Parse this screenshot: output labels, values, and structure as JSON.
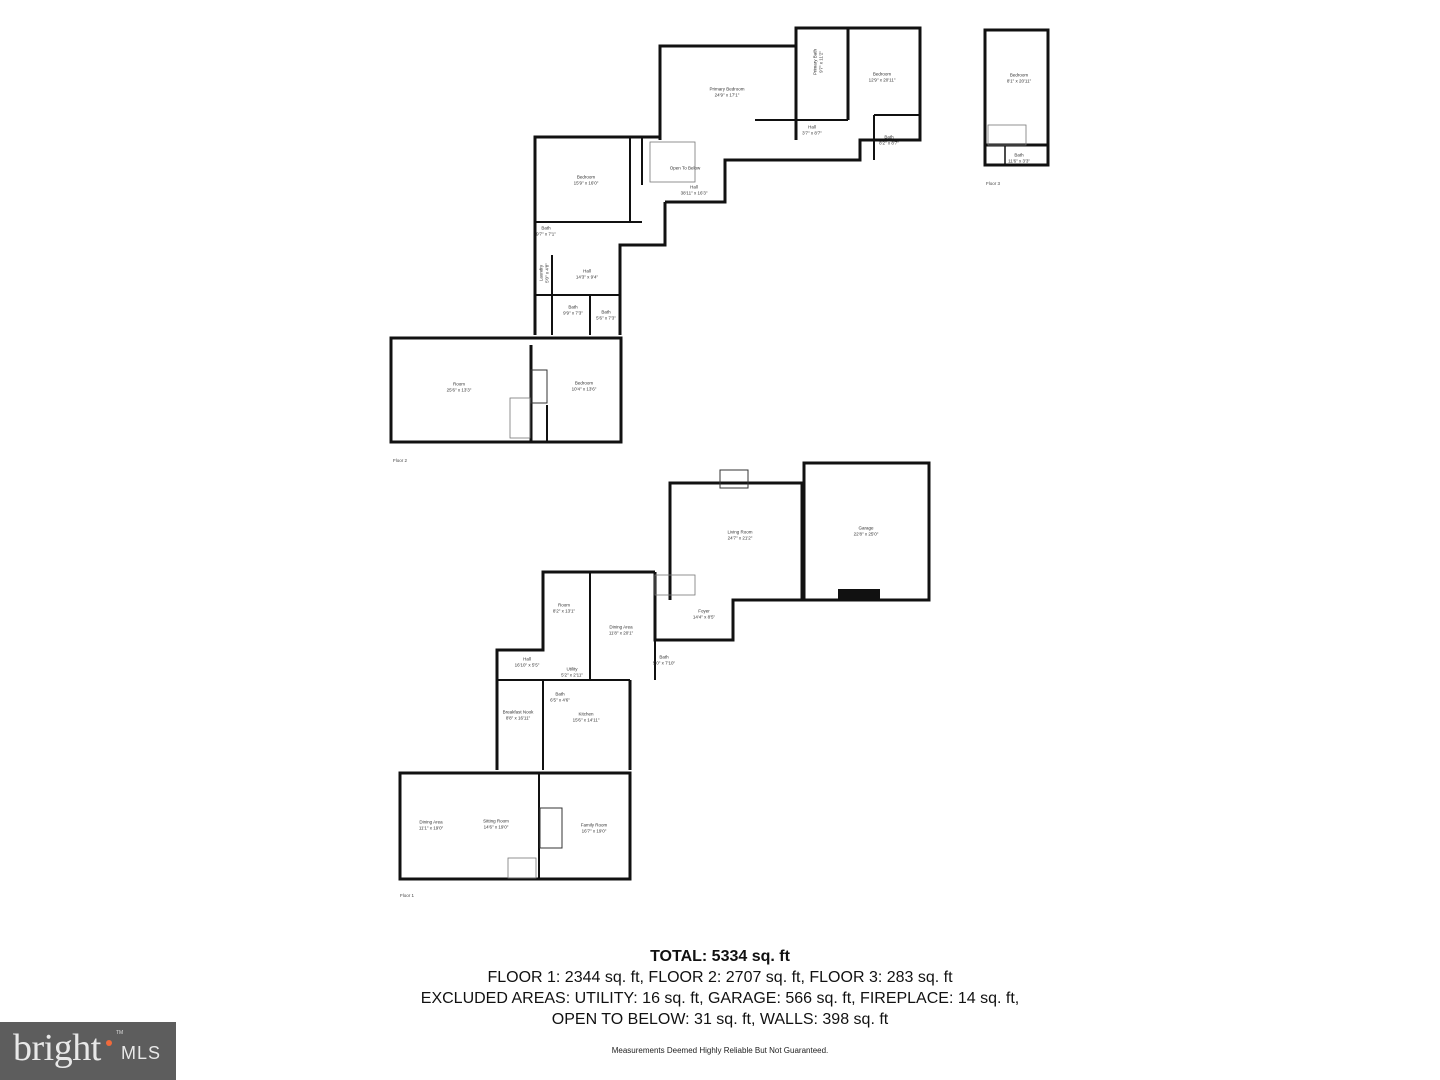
{
  "floors": {
    "floor3": {
      "label": "Floor 3",
      "rooms": [
        {
          "name": "Bedroom",
          "dims": "8'1\" x 20'11\""
        },
        {
          "name": "Bath",
          "dims": "11'6\" x 3'3\""
        }
      ]
    },
    "floor2": {
      "label": "Floor 2",
      "rooms": [
        {
          "name": "Primary Bedroom",
          "dims": "24'9\" x 17'1\""
        },
        {
          "name": "Primary Bath",
          "dims": "9'7\" x 11'2\""
        },
        {
          "name": "Bedroom",
          "dims": "12'9\" x 20'11\""
        },
        {
          "name": "Hall",
          "dims": "3'7\" x 8'7\""
        },
        {
          "name": "Bath",
          "dims": "8'2\" x 8'7\""
        },
        {
          "name": "Open To Below",
          "dims": ""
        },
        {
          "name": "Hall",
          "dims": "38'11\" x 16'3\""
        },
        {
          "name": "Bedroom",
          "dims": "15'9\" x 16'0\""
        },
        {
          "name": "Bath",
          "dims": "9'7\" x 7'1\""
        },
        {
          "name": "Laundry",
          "dims": "5'0\" x 4'8\""
        },
        {
          "name": "Hall",
          "dims": "14'3\" x 9'4\""
        },
        {
          "name": "Bath",
          "dims": "9'9\" x 7'3\""
        },
        {
          "name": "Bath",
          "dims": "5'6\" x 7'3\""
        },
        {
          "name": "Room",
          "dims": "25'6\" x 13'3\""
        },
        {
          "name": "Bedroom",
          "dims": "10'4\" x 13'6\""
        }
      ]
    },
    "floor1": {
      "label": "Floor 1",
      "rooms": [
        {
          "name": "Living Room",
          "dims": "24'7\" x 21'2\""
        },
        {
          "name": "Garage",
          "dims": "22'8\" x 25'0\""
        },
        {
          "name": "Foyer",
          "dims": "14'4\" x 8'5\""
        },
        {
          "name": "Room",
          "dims": "8'2\" x 13'1\""
        },
        {
          "name": "Dining Area",
          "dims": "11'8\" x 20'1\""
        },
        {
          "name": "Bath",
          "dims": "5'0\" x 7'10\""
        },
        {
          "name": "Hall",
          "dims": "16'10\" x 5'5\""
        },
        {
          "name": "Utility",
          "dims": "5'2\" x 2'11\""
        },
        {
          "name": "Bath",
          "dims": "6'5\" x 4'6\""
        },
        {
          "name": "Breakfast Nook",
          "dims": "8'8\" x 16'11\""
        },
        {
          "name": "Kitchen",
          "dims": "15'6\" x 14'11\""
        },
        {
          "name": "Dining Area",
          "dims": "11'1\" x 19'0\""
        },
        {
          "name": "Sitting Room",
          "dims": "14'6\" x 19'0\""
        },
        {
          "name": "Family Room",
          "dims": "16'7\" x 19'0\""
        }
      ]
    }
  },
  "summary": {
    "total": "TOTAL: 5334 sq. ft",
    "floors_line": "FLOOR 1: 2344 sq. ft, FLOOR 2: 2707 sq. ft, FLOOR 3: 283 sq. ft",
    "excluded_line1": "EXCLUDED AREAS: UTILITY: 16 sq. ft, GARAGE: 566 sq. ft, FIREPLACE: 14 sq. ft,",
    "excluded_line2": "OPEN TO BELOW: 31 sq. ft, WALLS: 398 sq. ft",
    "disclaimer": "Measurements Deemed Highly Reliable But Not Guaranteed."
  },
  "logo": {
    "brand": "bright",
    "suffix": "MLS",
    "tm": "TM",
    "accent_color": "#f06a3c",
    "bg_color": "#5d5d5d"
  }
}
